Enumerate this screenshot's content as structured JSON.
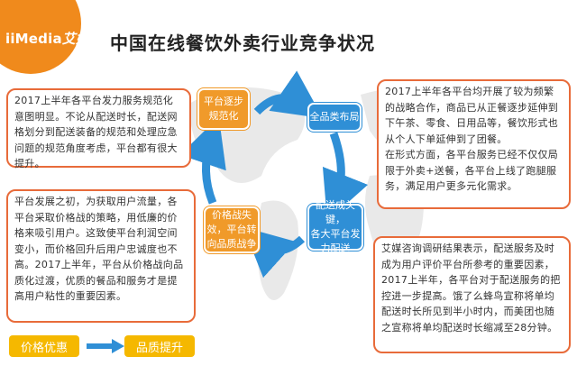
{
  "logo": {
    "main": "iiMedia",
    "suffix": "艾媒"
  },
  "title": "中国在线餐饮外卖行业竞争状况",
  "nodes": {
    "top_left": "平台逐步\n规范化",
    "top_right": "全品类布局",
    "bottom_right": "配送成关键，\n各大平台发\n力配送",
    "bottom_left": "价格战失\n效，平台转\n向品质战争"
  },
  "boxes": {
    "top_left": "2017上半年各平台发力服务规范化意图明显。不论从配送时长，配送网格划分到配送装备的规范和处理应急问题的规范角度考虑，平台都有很大提升。",
    "top_right": "2017上半年各平台均开展了较为频繁的战略合作，商品已从正餐逐步延伸到下午茶、零食、日用品等，餐饮形式也从个人下单延伸到了团餐。\n在形式方面，各平台服务已经不仅仅局限于外卖+送餐，各平台上线了跑腿服务，满足用户更多元化需求。",
    "bottom_left": "平台发展之初，为获取用户流量，各平台采取价格战的策略，用低廉的价格来吸引用户。这致使平台利润空间变小，而价格回升后用户忠诚度也不高。2017上半年，平台从价格战向品质化过渡，优质的餐品和服务才是提高用户粘性的重要因素。",
    "bottom_right": "艾媒咨询调研结果表示，配送服务及时成为用户评价平台所参考的重要因素，2017上半年，各平台对于配送服务的把控进一步提高。饿了么蜂鸟宣称将单均配送时长所见到半小时内，而美团也随之宣称将单均配送时长缩减至28分钟。"
  },
  "tags": {
    "from": "价格优惠",
    "to": "品质提升"
  },
  "colors": {
    "orange": "#f09a2a",
    "blue": "#2f8fd6",
    "box_border": "#e86b3a",
    "tag": "#f5b800",
    "logo": "#f08a1c"
  }
}
